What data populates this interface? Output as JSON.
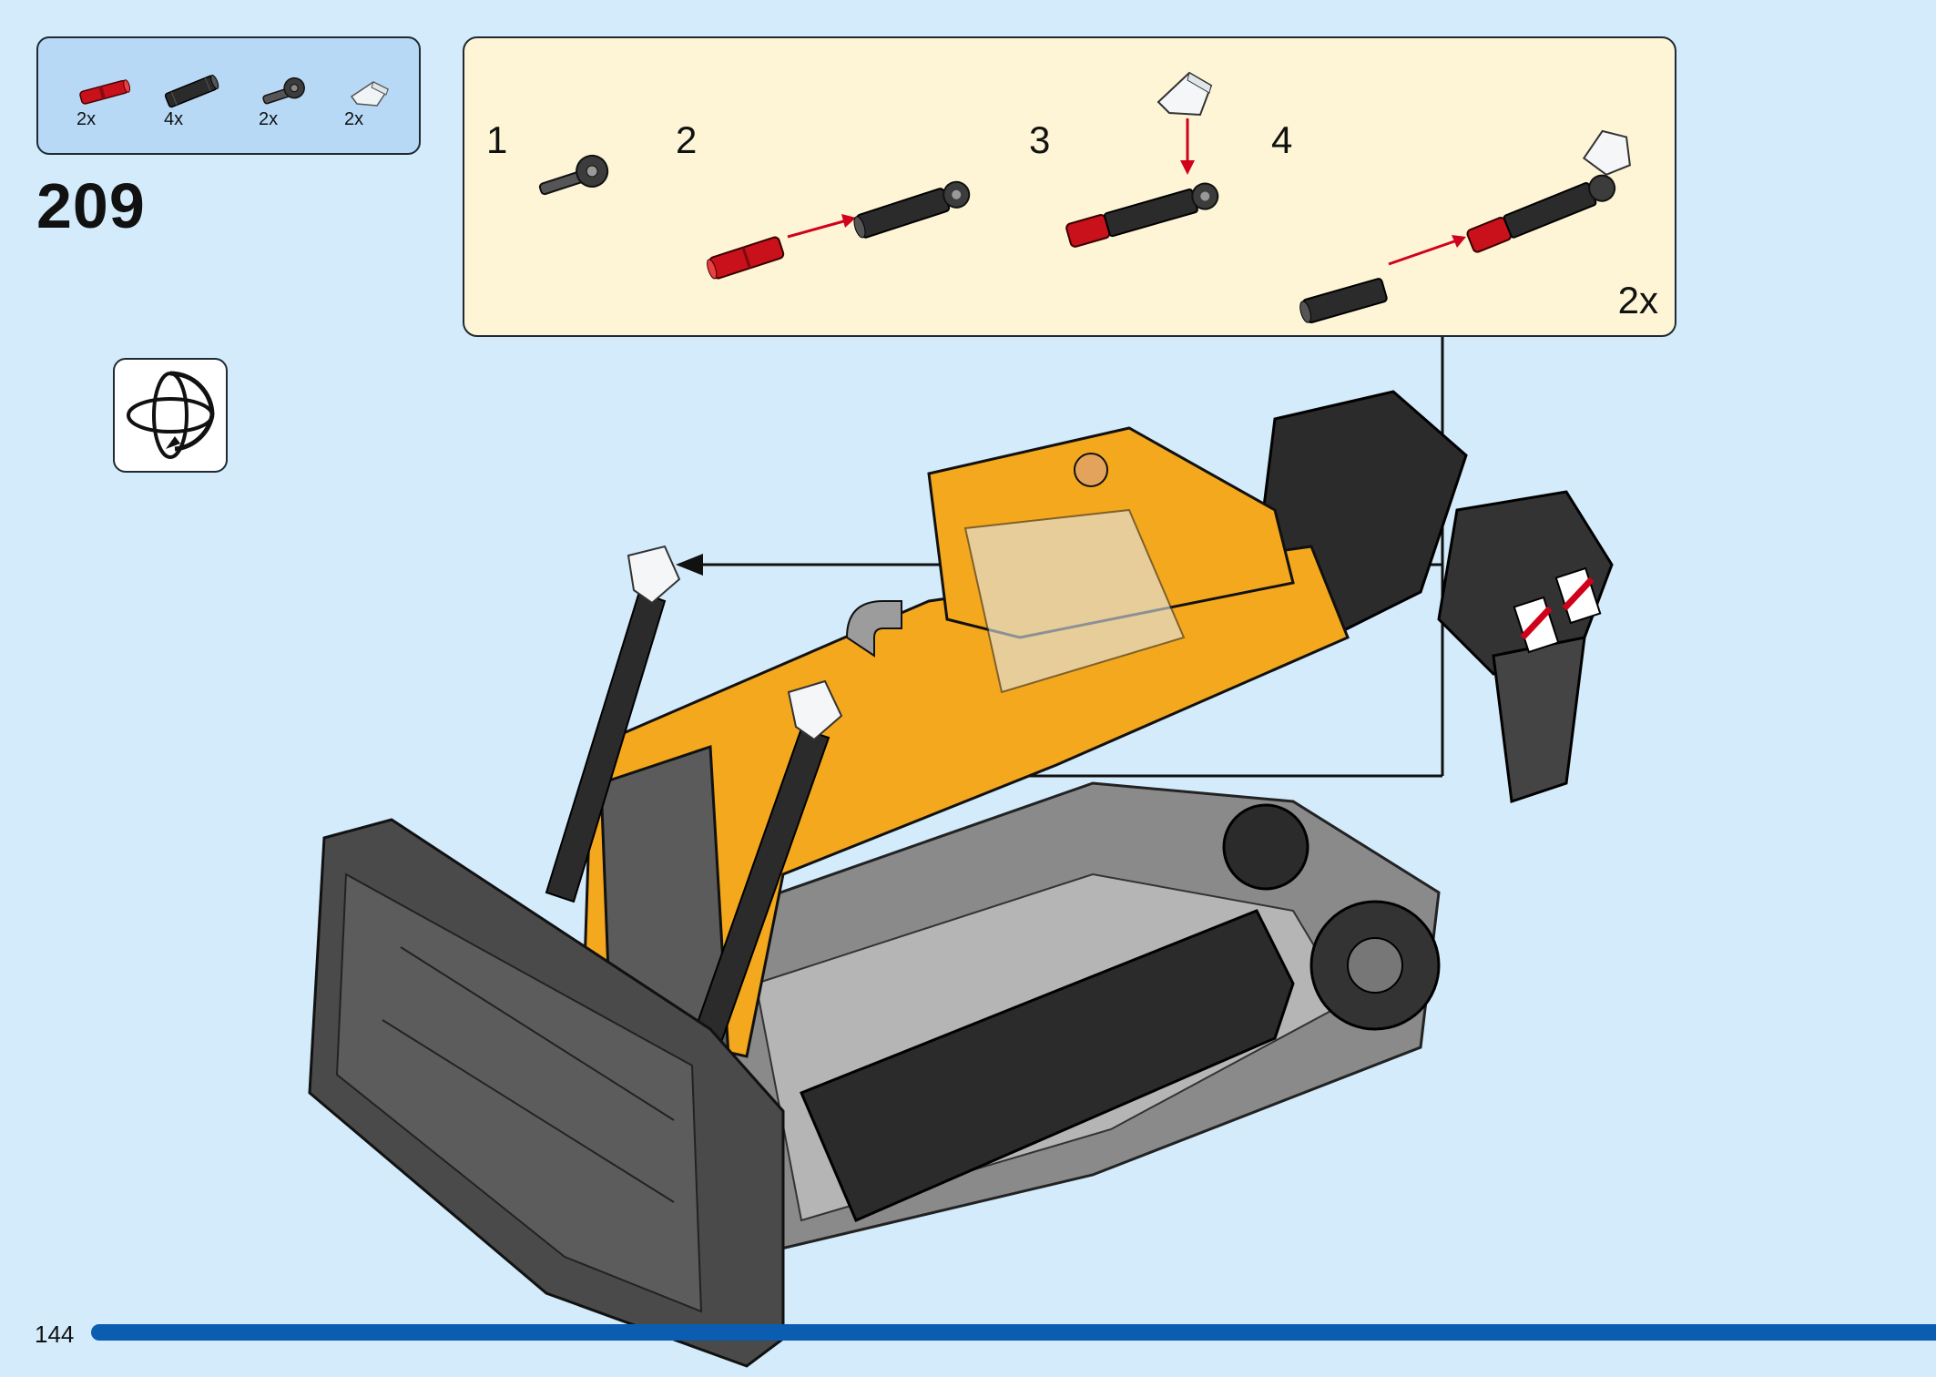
{
  "parts_list": {
    "items": [
      {
        "icon": "red-axle-connector-icon",
        "qty": "2x"
      },
      {
        "icon": "black-axle-connector-icon",
        "qty": "4x"
      },
      {
        "icon": "dark-grey-ball-joint-icon",
        "qty": "2x"
      },
      {
        "icon": "trans-clear-slope-icon",
        "qty": "2x"
      }
    ]
  },
  "step": {
    "number": "209"
  },
  "rotate": {
    "icon": "rotate-model-icon"
  },
  "callout": {
    "substeps": [
      "1",
      "2",
      "3",
      "4"
    ],
    "multiplier": "2x"
  },
  "colors": {
    "background": "#d3ebfb",
    "parts_box": "#b7d9f6",
    "callout": "#fdf5d6",
    "progress": "#0a5db0",
    "arrow": "#d0021b"
  },
  "page": {
    "number": "144"
  }
}
